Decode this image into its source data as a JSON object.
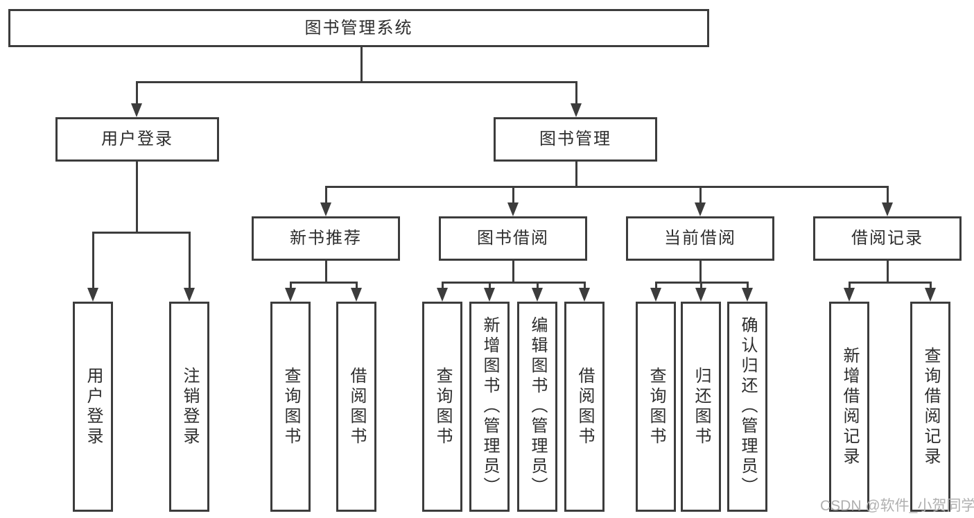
{
  "diagram": {
    "root": {
      "label": "图书管理系统"
    },
    "level1": [
      {
        "id": "user-login",
        "label": "用户登录",
        "parent": "图书管理系统"
      },
      {
        "id": "book-management",
        "label": "图书管理",
        "parent": "图书管理系统"
      }
    ],
    "level2": [
      {
        "id": "new-book-recommendation",
        "label": "新书推荐",
        "parent": "图书管理"
      },
      {
        "id": "book-borrowing",
        "label": "图书借阅",
        "parent": "图书管理"
      },
      {
        "id": "current-borrowing",
        "label": "当前借阅",
        "parent": "图书管理"
      },
      {
        "id": "borrowing-records",
        "label": "借阅记录",
        "parent": "图书管理"
      }
    ],
    "leaves": [
      {
        "label": "用户登录",
        "parent": "用户登录"
      },
      {
        "label": "注销登录",
        "parent": "用户登录"
      },
      {
        "label": "查询图书",
        "parent": "新书推荐"
      },
      {
        "label": "借阅图书",
        "parent": "新书推荐"
      },
      {
        "label": "查询图书",
        "parent": "图书借阅"
      },
      {
        "label": "新增图书（管理员）",
        "parent": "图书借阅"
      },
      {
        "label": "编辑图书（管理员）",
        "parent": "图书借阅"
      },
      {
        "label": "借阅图书",
        "parent": "图书借阅"
      },
      {
        "label": "查询图书",
        "parent": "当前借阅"
      },
      {
        "label": "归还图书",
        "parent": "当前借阅"
      },
      {
        "label": "确认归还（管理员）",
        "parent": "当前借阅"
      },
      {
        "label": "新增借阅记录",
        "parent": "借阅记录"
      },
      {
        "label": "查询借阅记录",
        "parent": "借阅记录"
      }
    ]
  },
  "watermark": {
    "text": "CSDN @软件_小贺同学"
  },
  "colors": {
    "line": "#3c3c3c",
    "text": "#2d2d2d",
    "box_background": "#ffffff",
    "page_background": "#ffffff",
    "watermark": "#b0b0b0"
  }
}
